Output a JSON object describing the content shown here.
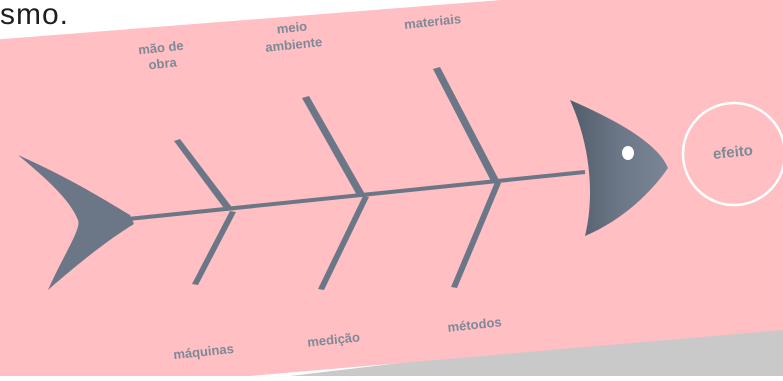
{
  "text_fragment": "smo.",
  "diagram": {
    "effect_label": "efeito",
    "top_causes": [
      {
        "line1": "mão de",
        "line2": "obra"
      },
      {
        "line1": "meio",
        "line2": "ambiente"
      },
      {
        "line1": "materiais",
        "line2": ""
      }
    ],
    "bottom_causes": [
      "máquinas",
      "medição",
      "métodos"
    ]
  },
  "colors": {
    "slide_background": "#ffbfc3",
    "fish_fill": "#6b7787",
    "bone_color": "#6b7787",
    "label_color": "#7f8997",
    "effect_circle": "#ffffff"
  }
}
